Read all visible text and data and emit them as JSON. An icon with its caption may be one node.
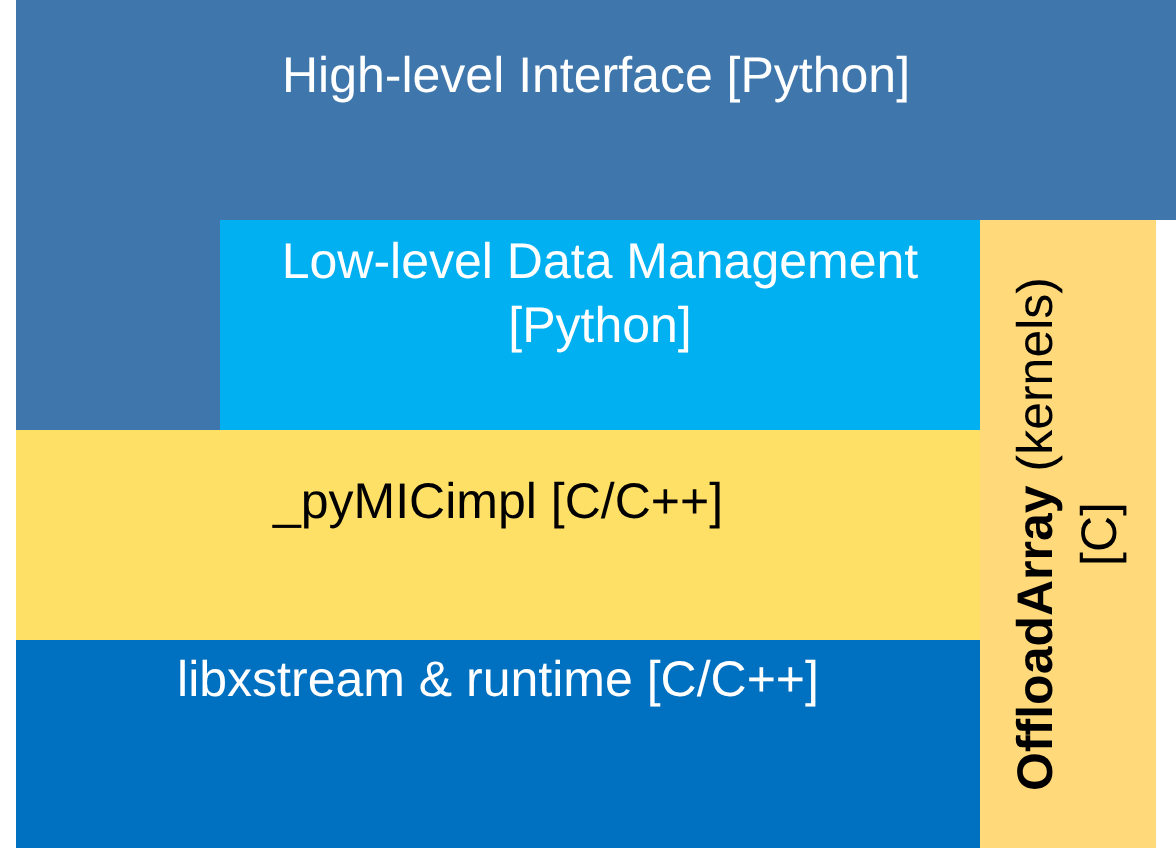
{
  "diagram": {
    "nodes": [
      {
        "text": [
          "High-level Interface [Python]"
        ]
      },
      {
        "text": [
          "Low-level Data Management [Python]"
        ]
      },
      {
        "text": [
          "_pyMICimpl [C/C++]"
        ]
      },
      {
        "text": [
          "libxstream & runtime [C/C++]"
        ]
      },
      {
        "text": [
          "**OffloadArray** (kernels) [C]"
        ]
      }
    ],
    "edges": []
  }
}
